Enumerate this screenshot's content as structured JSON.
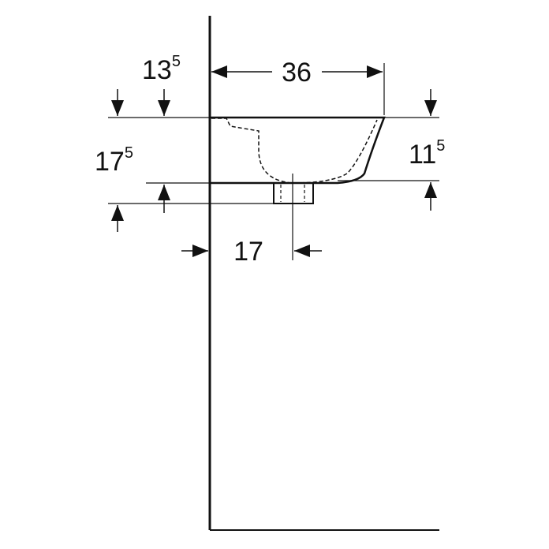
{
  "colors": {
    "line": "#111111",
    "background": "#ffffff"
  },
  "dimensions": {
    "depth": {
      "main": "36",
      "sup": ""
    },
    "top_offset": {
      "main": "13",
      "sup": "5"
    },
    "outlet_height": {
      "main": "17",
      "sup": "5"
    },
    "bowl_height": {
      "main": "11",
      "sup": "5"
    },
    "drain_offset": {
      "main": "17",
      "sup": ""
    }
  }
}
